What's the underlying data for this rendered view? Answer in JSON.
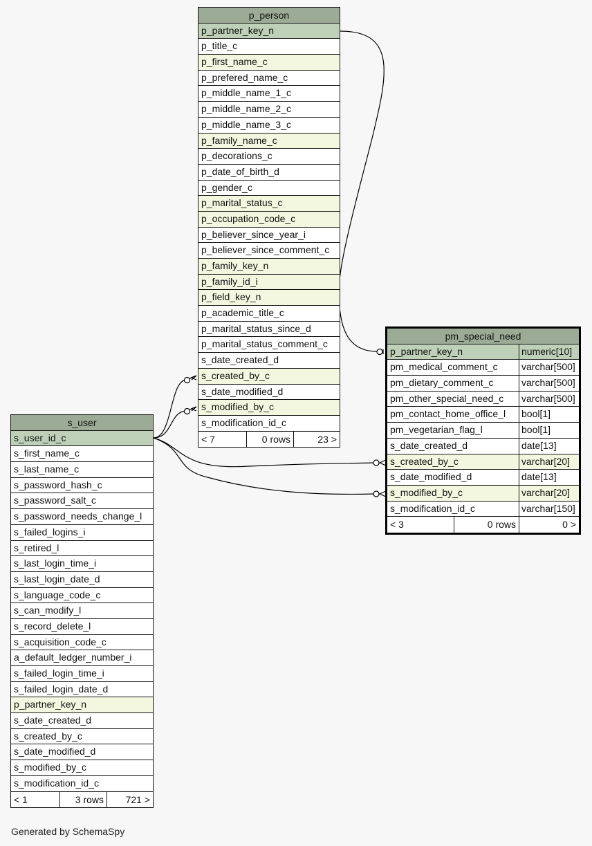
{
  "tables": {
    "p_person": {
      "name": "p_person",
      "columns": [
        {
          "name": "p_partner_key_n",
          "kind": "pk"
        },
        {
          "name": "p_title_c",
          "kind": ""
        },
        {
          "name": "p_first_name_c",
          "kind": "fk"
        },
        {
          "name": "p_prefered_name_c",
          "kind": ""
        },
        {
          "name": "p_middle_name_1_c",
          "kind": ""
        },
        {
          "name": "p_middle_name_2_c",
          "kind": ""
        },
        {
          "name": "p_middle_name_3_c",
          "kind": ""
        },
        {
          "name": "p_family_name_c",
          "kind": "fk"
        },
        {
          "name": "p_decorations_c",
          "kind": ""
        },
        {
          "name": "p_date_of_birth_d",
          "kind": ""
        },
        {
          "name": "p_gender_c",
          "kind": ""
        },
        {
          "name": "p_marital_status_c",
          "kind": "fk"
        },
        {
          "name": "p_occupation_code_c",
          "kind": "fk"
        },
        {
          "name": "p_believer_since_year_i",
          "kind": ""
        },
        {
          "name": "p_believer_since_comment_c",
          "kind": ""
        },
        {
          "name": "p_family_key_n",
          "kind": "fk"
        },
        {
          "name": "p_family_id_i",
          "kind": "fk"
        },
        {
          "name": "p_field_key_n",
          "kind": "fk"
        },
        {
          "name": "p_academic_title_c",
          "kind": ""
        },
        {
          "name": "p_marital_status_since_d",
          "kind": ""
        },
        {
          "name": "p_marital_status_comment_c",
          "kind": ""
        },
        {
          "name": "s_date_created_d",
          "kind": ""
        },
        {
          "name": "s_created_by_c",
          "kind": "fk"
        },
        {
          "name": "s_date_modified_d",
          "kind": ""
        },
        {
          "name": "s_modified_by_c",
          "kind": "fk"
        },
        {
          "name": "s_modification_id_c",
          "kind": ""
        }
      ],
      "footer": {
        "left": "< 7",
        "mid": "0 rows",
        "right": "23 >"
      }
    },
    "s_user": {
      "name": "s_user",
      "columns": [
        {
          "name": "s_user_id_c",
          "kind": "pk"
        },
        {
          "name": "s_first_name_c",
          "kind": ""
        },
        {
          "name": "s_last_name_c",
          "kind": ""
        },
        {
          "name": "s_password_hash_c",
          "kind": ""
        },
        {
          "name": "s_password_salt_c",
          "kind": ""
        },
        {
          "name": "s_password_needs_change_l",
          "kind": ""
        },
        {
          "name": "s_failed_logins_i",
          "kind": ""
        },
        {
          "name": "s_retired_l",
          "kind": ""
        },
        {
          "name": "s_last_login_time_i",
          "kind": ""
        },
        {
          "name": "s_last_login_date_d",
          "kind": ""
        },
        {
          "name": "s_language_code_c",
          "kind": ""
        },
        {
          "name": "s_can_modify_l",
          "kind": ""
        },
        {
          "name": "s_record_delete_l",
          "kind": ""
        },
        {
          "name": "s_acquisition_code_c",
          "kind": ""
        },
        {
          "name": "a_default_ledger_number_i",
          "kind": ""
        },
        {
          "name": "s_failed_login_time_i",
          "kind": ""
        },
        {
          "name": "s_failed_login_date_d",
          "kind": ""
        },
        {
          "name": "p_partner_key_n",
          "kind": "fk"
        },
        {
          "name": "s_date_created_d",
          "kind": ""
        },
        {
          "name": "s_created_by_c",
          "kind": ""
        },
        {
          "name": "s_date_modified_d",
          "kind": ""
        },
        {
          "name": "s_modified_by_c",
          "kind": ""
        },
        {
          "name": "s_modification_id_c",
          "kind": ""
        }
      ],
      "footer": {
        "left": "< 1",
        "mid": "3 rows",
        "right": "721 >"
      }
    },
    "pm_special_need": {
      "name": "pm_special_need",
      "columns": [
        {
          "name": "p_partner_key_n",
          "type": "numeric[10]",
          "kind": "pk"
        },
        {
          "name": "pm_medical_comment_c",
          "type": "varchar[500]",
          "kind": ""
        },
        {
          "name": "pm_dietary_comment_c",
          "type": "varchar[500]",
          "kind": ""
        },
        {
          "name": "pm_other_special_need_c",
          "type": "varchar[500]",
          "kind": ""
        },
        {
          "name": "pm_contact_home_office_l",
          "type": "bool[1]",
          "kind": ""
        },
        {
          "name": "pm_vegetarian_flag_l",
          "type": "bool[1]",
          "kind": ""
        },
        {
          "name": "s_date_created_d",
          "type": "date[13]",
          "kind": ""
        },
        {
          "name": "s_created_by_c",
          "type": "varchar[20]",
          "kind": "fk"
        },
        {
          "name": "s_date_modified_d",
          "type": "date[13]",
          "kind": ""
        },
        {
          "name": "s_modified_by_c",
          "type": "varchar[20]",
          "kind": "fk"
        },
        {
          "name": "s_modification_id_c",
          "type": "varchar[150]",
          "kind": ""
        }
      ],
      "footer": {
        "left": "< 3",
        "mid": "0 rows",
        "right": "0 >"
      }
    }
  },
  "credit": "Generated by SchemaSpy",
  "colors": {
    "header": "#9bab96",
    "primary_key_row": "#bfd0b9",
    "foreign_key_row": "#f4f7e0",
    "background": "#f7f7f7"
  }
}
